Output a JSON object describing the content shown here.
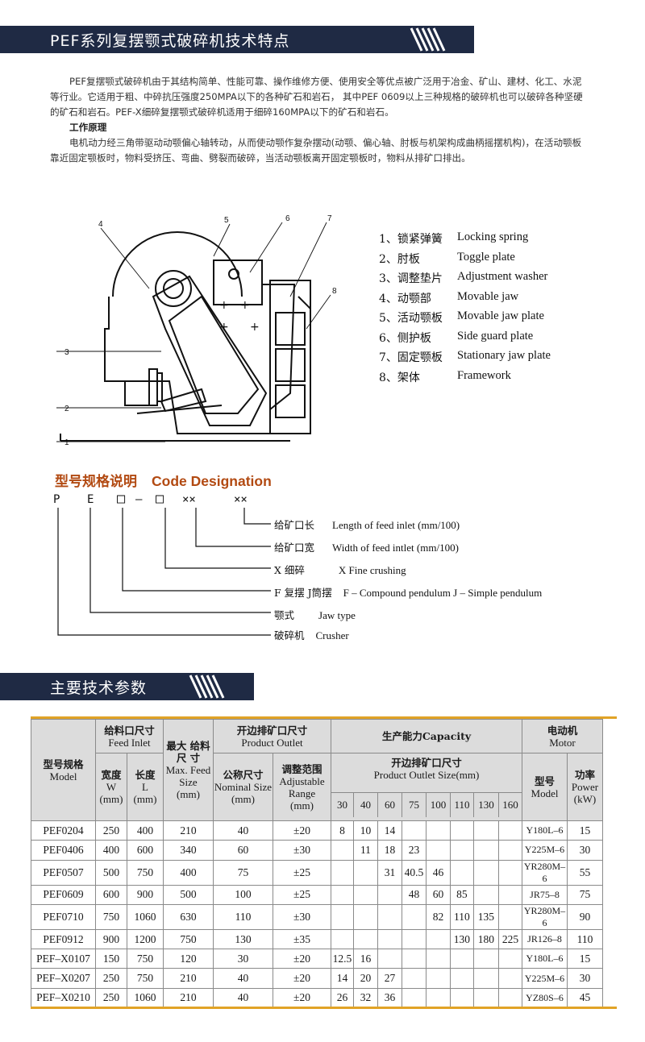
{
  "section1": {
    "title": "PEF系列复摆颚式破碎机技术特点"
  },
  "intro": {
    "paragraph": "PEF复摆颚式破碎机由于其结构简单、性能可靠、操作维修方便、使用安全等优点被广泛用于冶金、矿山、建材、化工、水泥等行业。它适用于粗、中碎抗压强度250MPA以下的各种矿石和岩石， 其中PEF 0609以上三种规格的破碎机也可以破碎各种坚硬的矿石和岩石。PEF-X细碎复摆颚式破碎机适用于细碎160MPA以下的矿石和岩石。",
    "subtitle": "工作原理",
    "principle": "电机动力经三角带驱动动颚偏心轴转动，从而使动颚作复杂摆动(动颚、偏心轴、肘板与机架构成曲柄摇摆机构)，在活动颚板靠近固定颚板时，物料受挤压、弯曲、劈裂而破碎，当活动颚板离开固定颚板时，物料从排矿口排出。"
  },
  "diagram": {
    "callouts": [
      "1",
      "2",
      "3",
      "4",
      "5",
      "6",
      "7",
      "8"
    ]
  },
  "legend": [
    {
      "cn": "1、锁紧弹簧",
      "en": "Locking spring"
    },
    {
      "cn": "2、肘板",
      "en": "Toggle plate"
    },
    {
      "cn": "3、调整垫片",
      "en": "Adjustment washer"
    },
    {
      "cn": "4、动颚部",
      "en": "Movable jaw"
    },
    {
      "cn": "5、活动颚板",
      "en": "Movable jaw plate"
    },
    {
      "cn": "6、侧护板",
      "en": "Side guard plate"
    },
    {
      "cn": "7、固定颚板",
      "en": "Stationary jaw plate"
    },
    {
      "cn": "8、架体",
      "en": "Framework"
    }
  ],
  "code": {
    "heading_cn": "型号规格说明",
    "heading_en": "Code Designation",
    "chars": [
      "P",
      "E",
      "□",
      "—",
      "□",
      "××",
      "××"
    ],
    "labels": [
      {
        "cn": "给矿口长",
        "en": "Length of feed inlet (mm/100)"
      },
      {
        "cn": "给矿口宽",
        "en": "Width of feed intlet (mm/100)"
      },
      {
        "cn": "X  细碎",
        "en": "X Fine crushing"
      },
      {
        "cn": "F  复摆   J筒摆",
        "en": "F – Compound pendulum  J – Simple pendulum"
      },
      {
        "cn": "颚式",
        "en": "Jaw type"
      },
      {
        "cn": "破碎机",
        "en": "Crusher"
      }
    ]
  },
  "section2": {
    "title": "主要技术参数"
  },
  "table": {
    "header": {
      "model_cn": "型号规格",
      "model_en": "Model",
      "feed_cn": "给料口尺寸",
      "feed_en": "Feed  Inlet",
      "width_cn": "宽度",
      "width_en": "W",
      "width_unit": "(mm)",
      "length_cn": "长度",
      "length_en": "L",
      "length_unit": "(mm)",
      "maxfeed_cn": "最大 给料尺 寸",
      "maxfeed_en": "Max. Feed Size",
      "maxfeed_unit": "(mm)",
      "outlet_cn": "开边排矿口尺寸",
      "outlet_en": "Product Outlet",
      "nominal_cn": "公称尺寸",
      "nominal_en": "Nominal Size",
      "nominal_unit": "(mm)",
      "adjust_cn": "调整范围",
      "adjust_en": "Adjustable Range",
      "adjust_unit": "(mm)",
      "capacity": "生产能力Capacity",
      "cap_outlet_cn": "开边排矿口尺寸",
      "cap_outlet_en": "Product  Outlet  Size(mm)",
      "cap_sizes": [
        "30",
        "40",
        "60",
        "75",
        "100",
        "110",
        "130",
        "160"
      ],
      "motor_cn": "电动机",
      "motor_en": "Motor",
      "motor_model_cn": "型号",
      "motor_model_en": "Model",
      "power_cn": "功率",
      "power_en": "Power",
      "power_unit": "(kW)"
    },
    "rows": [
      [
        "PEF0204",
        "250",
        "400",
        "210",
        "40",
        "±20",
        "8",
        "10",
        "14",
        "",
        "",
        "",
        "",
        "",
        "Y180L–6",
        "15"
      ],
      [
        "PEF0406",
        "400",
        "600",
        "340",
        "60",
        "±30",
        "",
        "11",
        "18",
        "23",
        "",
        "",
        "",
        "",
        "Y225M–6",
        "30"
      ],
      [
        "PEF0507",
        "500",
        "750",
        "400",
        "75",
        "±25",
        "",
        "",
        "31",
        "40.5",
        "46",
        "",
        "",
        "",
        "YR280M–6",
        "55"
      ],
      [
        "PEF0609",
        "600",
        "900",
        "500",
        "100",
        "±25",
        "",
        "",
        "",
        "48",
        "60",
        "85",
        "",
        "",
        "JR75–8",
        "75"
      ],
      [
        "PEF0710",
        "750",
        "1060",
        "630",
        "110",
        "±30",
        "",
        "",
        "",
        "",
        "82",
        "110",
        "135",
        "",
        "YR280M–6",
        "90"
      ],
      [
        "PEF0912",
        "900",
        "1200",
        "750",
        "130",
        "±35",
        "",
        "",
        "",
        "",
        "",
        "130",
        "180",
        "225",
        "JR126–8",
        "110"
      ],
      [
        "PEF–X0107",
        "150",
        "750",
        "120",
        "30",
        "±20",
        "12.5",
        "16",
        "",
        "",
        "",
        "",
        "",
        "",
        "Y180L–6",
        "15"
      ],
      [
        "PEF–X0207",
        "250",
        "750",
        "210",
        "40",
        "±20",
        "14",
        "20",
        "27",
        "",
        "",
        "",
        "",
        "",
        "Y225M–6",
        "30"
      ],
      [
        "PEF–X0210",
        "250",
        "1060",
        "210",
        "40",
        "±20",
        "26",
        "32",
        "36",
        "",
        "",
        "",
        "",
        "",
        "YZ80S–6",
        "45"
      ]
    ]
  }
}
